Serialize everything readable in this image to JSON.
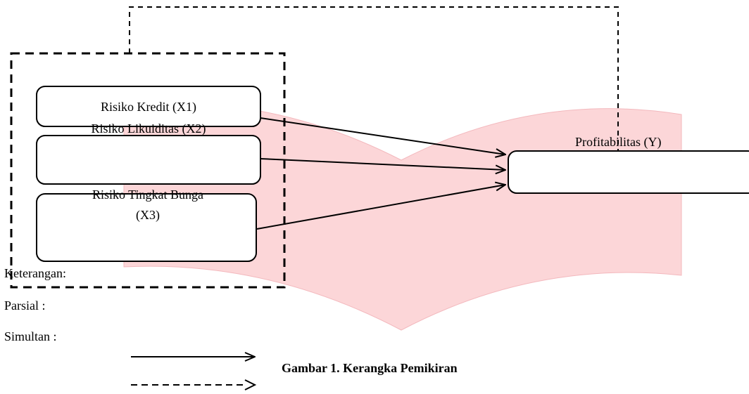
{
  "colors": {
    "background_shape": "#fcd6d8",
    "stroke": "#000000",
    "page": "#ffffff"
  },
  "nodes": {
    "x1": "Risiko  Kredit  (X1)",
    "x2": "Risiko  Likuiditas  (X2)",
    "x3_line1": "Risiko  Tingkat  Bunga",
    "x3_line2": "(X3)",
    "y": "Profitabilitas  (Y)"
  },
  "legend": {
    "title": "Keterangan:",
    "parsial": "Parsial     :",
    "simultan": "Simultan  :"
  },
  "caption": "Gambar   1. Kerangka  Pemikiran"
}
